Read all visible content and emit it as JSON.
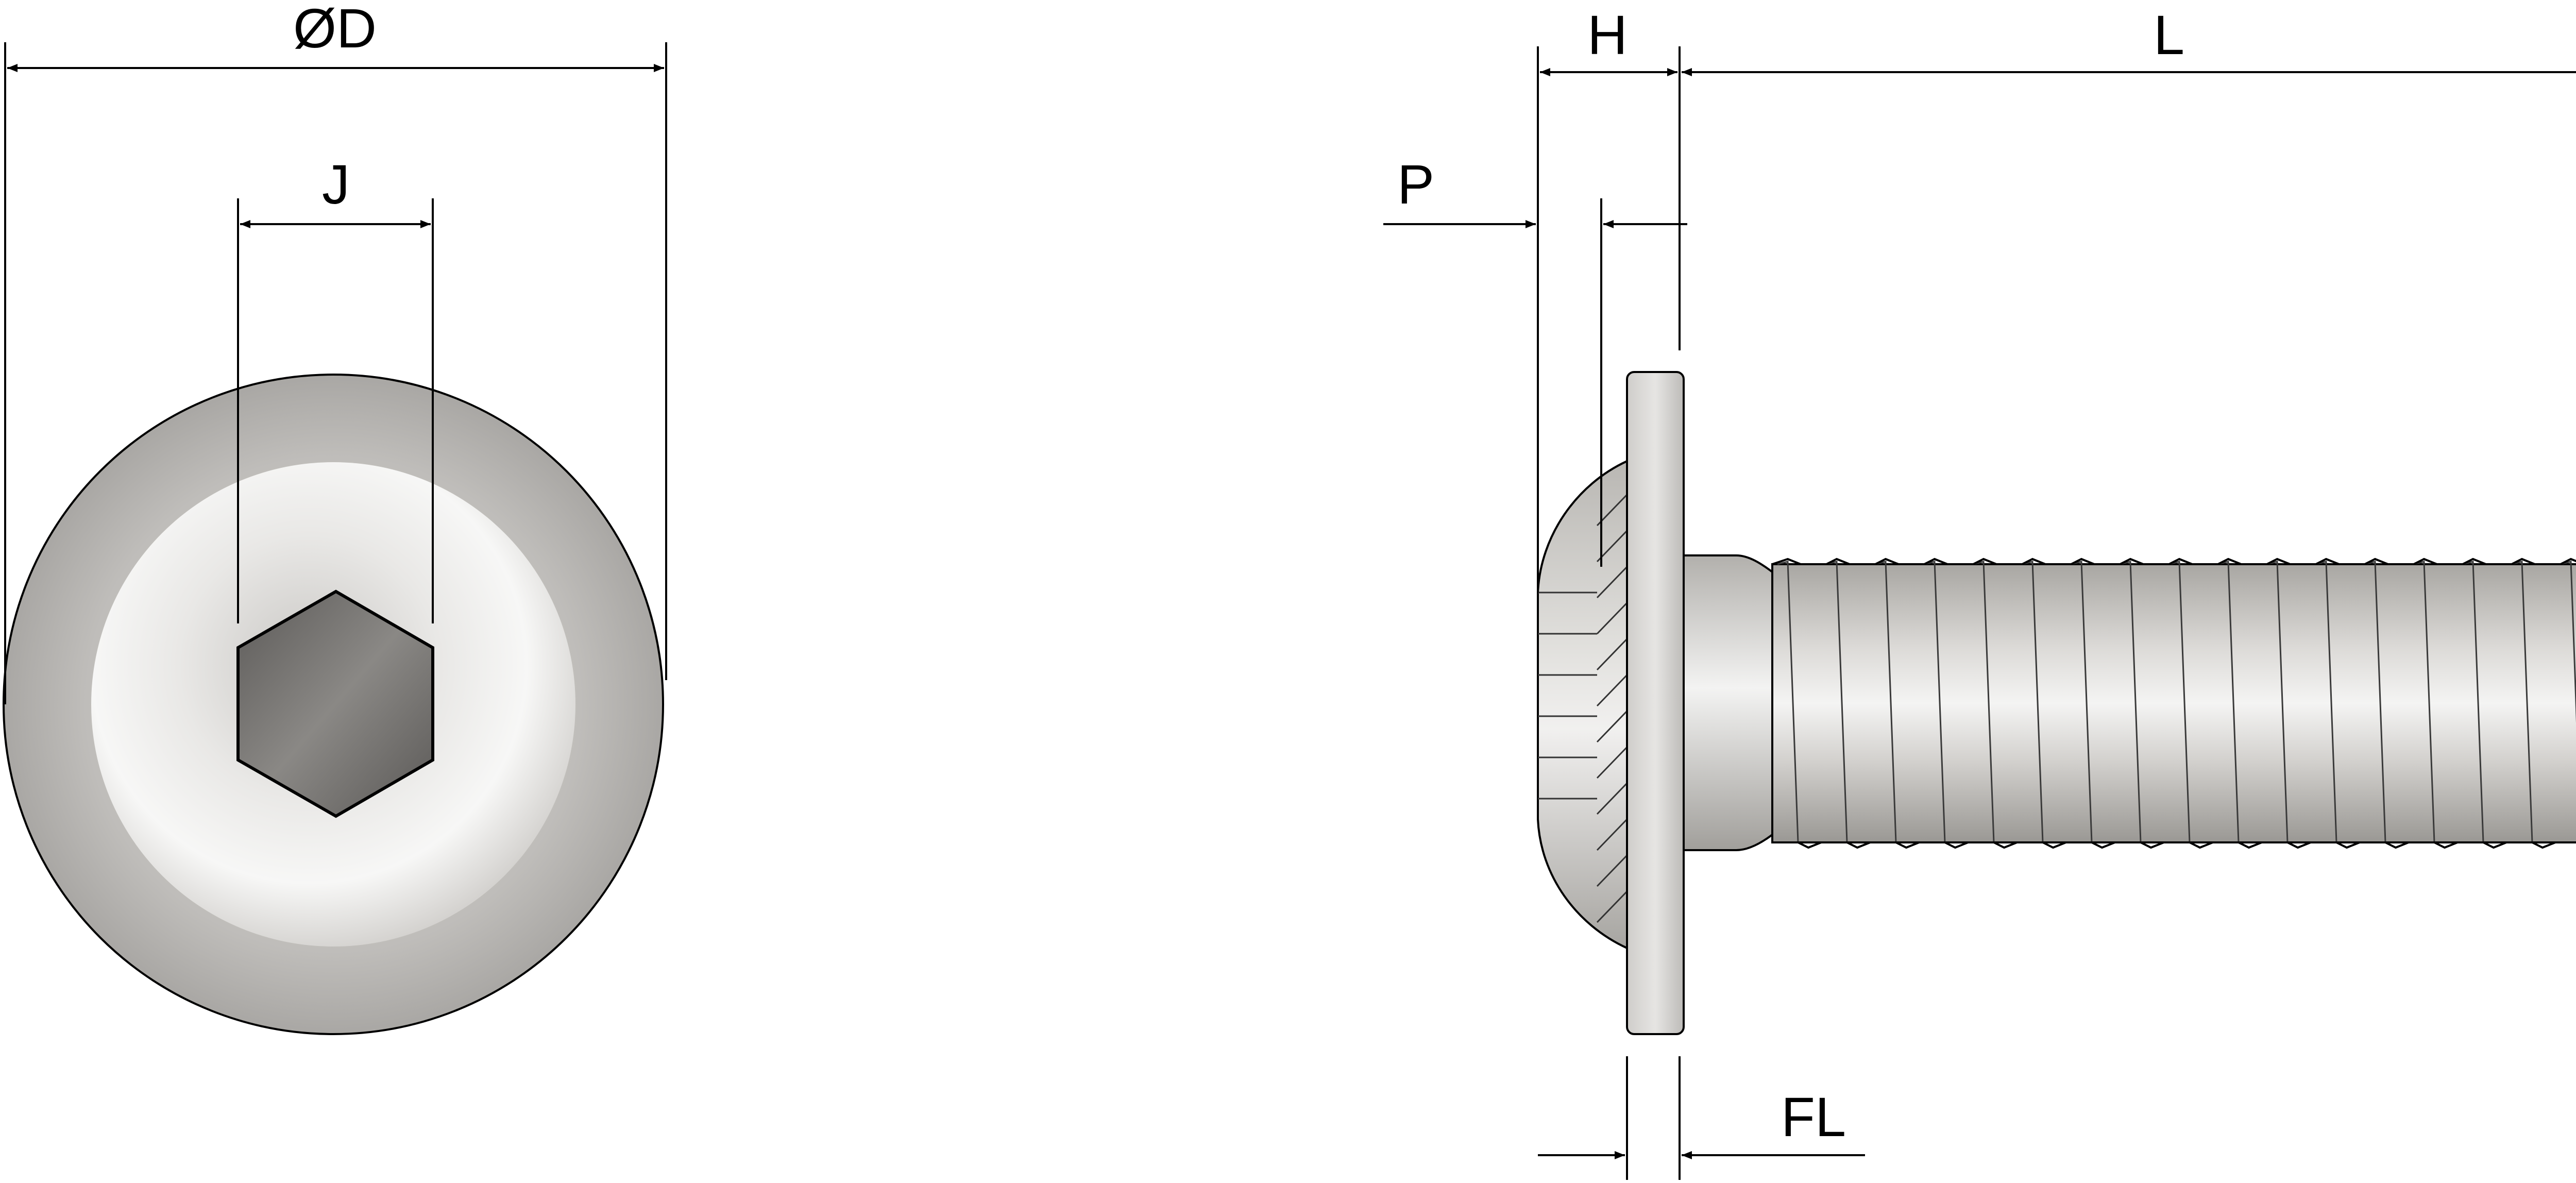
{
  "labels": {
    "diameter": "ØD",
    "socket": "J",
    "head_height": "H",
    "length": "L",
    "serration_depth": "P",
    "flange": "FL"
  },
  "colors": {
    "steel_light": "#f2f2f2",
    "steel_mid": "#c4c2bf",
    "steel_dark": "#8f8d8a",
    "socket": "#6e6c69",
    "line": "#000000"
  },
  "icons": {
    "front_view": "button-head-socket-screw-front-view",
    "side_view": "flanged-button-head-screw-side-view",
    "dimension_arrow": "dimension-arrow"
  }
}
